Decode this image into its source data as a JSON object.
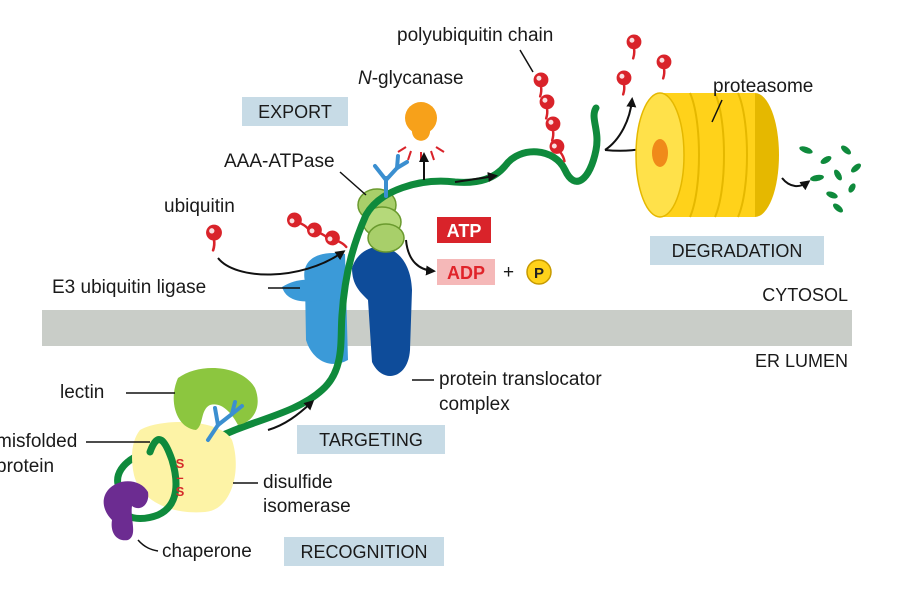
{
  "labels": {
    "polyubiquitin_chain": "polyubiquitin chain",
    "n_glycanase_n": "N",
    "n_glycanase_rest": "-glycanase",
    "proteasome": "proteasome",
    "aaa_atpase": "AAA-ATPase",
    "ubiquitin": "ubiquitin",
    "e3_ligase": "E3 ubiquitin ligase",
    "cytosol": "CYTOSOL",
    "er_lumen": "ER LUMEN",
    "lectin": "lectin",
    "misfolded_1": "misfolded",
    "misfolded_2": "protein",
    "translocator_1": "protein translocator",
    "translocator_2": "complex",
    "disulfide_1": "disulfide",
    "disulfide_2": "isomerase",
    "chaperone": "chaperone"
  },
  "stages": {
    "export": "EXPORT",
    "degradation": "DEGRADATION",
    "targeting": "TARGETING",
    "recognition": "RECOGNITION"
  },
  "energy": {
    "atp": "ATP",
    "adp": "ADP",
    "plus": "+",
    "p": "P"
  },
  "disulfide_bond": {
    "s_top": "S",
    "dash": "–",
    "s_bottom": "S"
  },
  "colors": {
    "protein_strand": "#0f8a3c",
    "ubiquitin": "#d9232a",
    "membrane": "#c9cdc8",
    "stage_box": "#c7dbe6",
    "proteasome": "#ffd21a",
    "translocator_dark": "#0e4c9a",
    "translocator_light": "#3b9ad8",
    "lectin": "#8cc63f",
    "isomerase": "#fdf3a6",
    "chaperone": "#6c2c91",
    "glycanase": "#f7a11a",
    "glycan": "#3b8fd0"
  }
}
